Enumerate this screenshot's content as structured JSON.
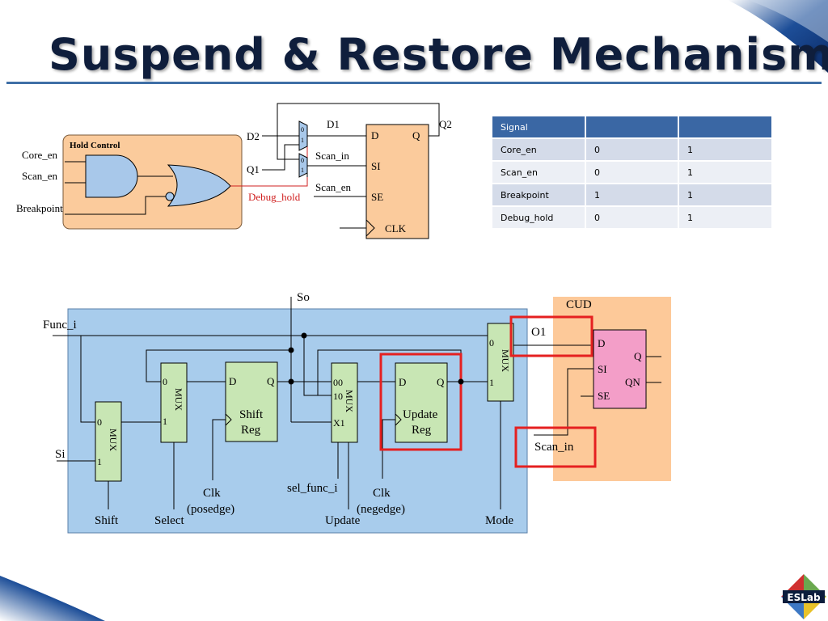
{
  "title": "Suspend & Restore Mechanism",
  "logo_text": "ESLab",
  "colors": {
    "title": "#0f1e3c",
    "table_header": "#3a67a4",
    "hold_control_box": "#fbcb9c",
    "mux_blue": "#a8c8ea",
    "scan_chain_box": "#a8ccec",
    "cud_box": "#fdc999",
    "flop_pink": "#f39ec8",
    "reg_green": "#c8e6b4",
    "highlight_red": "#e52020",
    "debug_hold_text": "#d02020"
  },
  "table": {
    "headers": [
      "Signal",
      "",
      ""
    ],
    "rows": [
      [
        "Core_en",
        "0",
        "1"
      ],
      [
        "Scan_en",
        "0",
        "1"
      ],
      [
        "Breakpoint",
        "1",
        "1"
      ],
      [
        "Debug_hold",
        "0",
        "1"
      ]
    ]
  },
  "top_diagram": {
    "hold_control_label": "Hold Control",
    "inputs": [
      "Core_en",
      "Scan_en",
      "Breakpoint"
    ],
    "debug_hold": "Debug_hold",
    "d2": "D2",
    "q1": "Q1",
    "d1": "D1",
    "q2": "Q2",
    "mux_top_inputs": [
      "0",
      "1"
    ],
    "mux_bot_inputs": [
      "0",
      "1"
    ],
    "scan_in": "Scan_in",
    "scan_en": "Scan_en",
    "ff_pins": {
      "d": "D",
      "q": "Q",
      "si": "SI",
      "se": "SE",
      "clk": "CLK"
    }
  },
  "bottom_diagram": {
    "func_i": "Func_i",
    "si": "Si",
    "so": "So",
    "mux1_label": "MUX",
    "mux1_inputs": [
      "0",
      "1"
    ],
    "mux2_label": "MUX",
    "mux2_inputs": [
      "0",
      "1"
    ],
    "shift_reg": [
      "Shift",
      "Reg"
    ],
    "shift_reg_pins": [
      "D",
      "Q"
    ],
    "mux3_label": "MUX",
    "mux3_inputs": [
      "00",
      "10",
      "X1"
    ],
    "update_reg": [
      "Update",
      "Reg"
    ],
    "update_reg_pins": [
      "D",
      "Q"
    ],
    "mux4_label": "MUX",
    "mux4_inputs": [
      "0",
      "1"
    ],
    "o1": "O1",
    "scan_in": "Scan_in",
    "cud": "CUD",
    "cud_pins": {
      "d": "D",
      "q": "Q",
      "si": "SI",
      "qn": "QN",
      "se": "SE"
    },
    "bottom_labels": {
      "shift": "Shift",
      "select": "Select",
      "clk_pos": "Clk",
      "posedge": "(posedge)",
      "sel_func_i": "sel_func_i",
      "update": "Update",
      "clk_neg": "Clk",
      "negedge": "(negedge)",
      "mode": "Mode"
    }
  }
}
